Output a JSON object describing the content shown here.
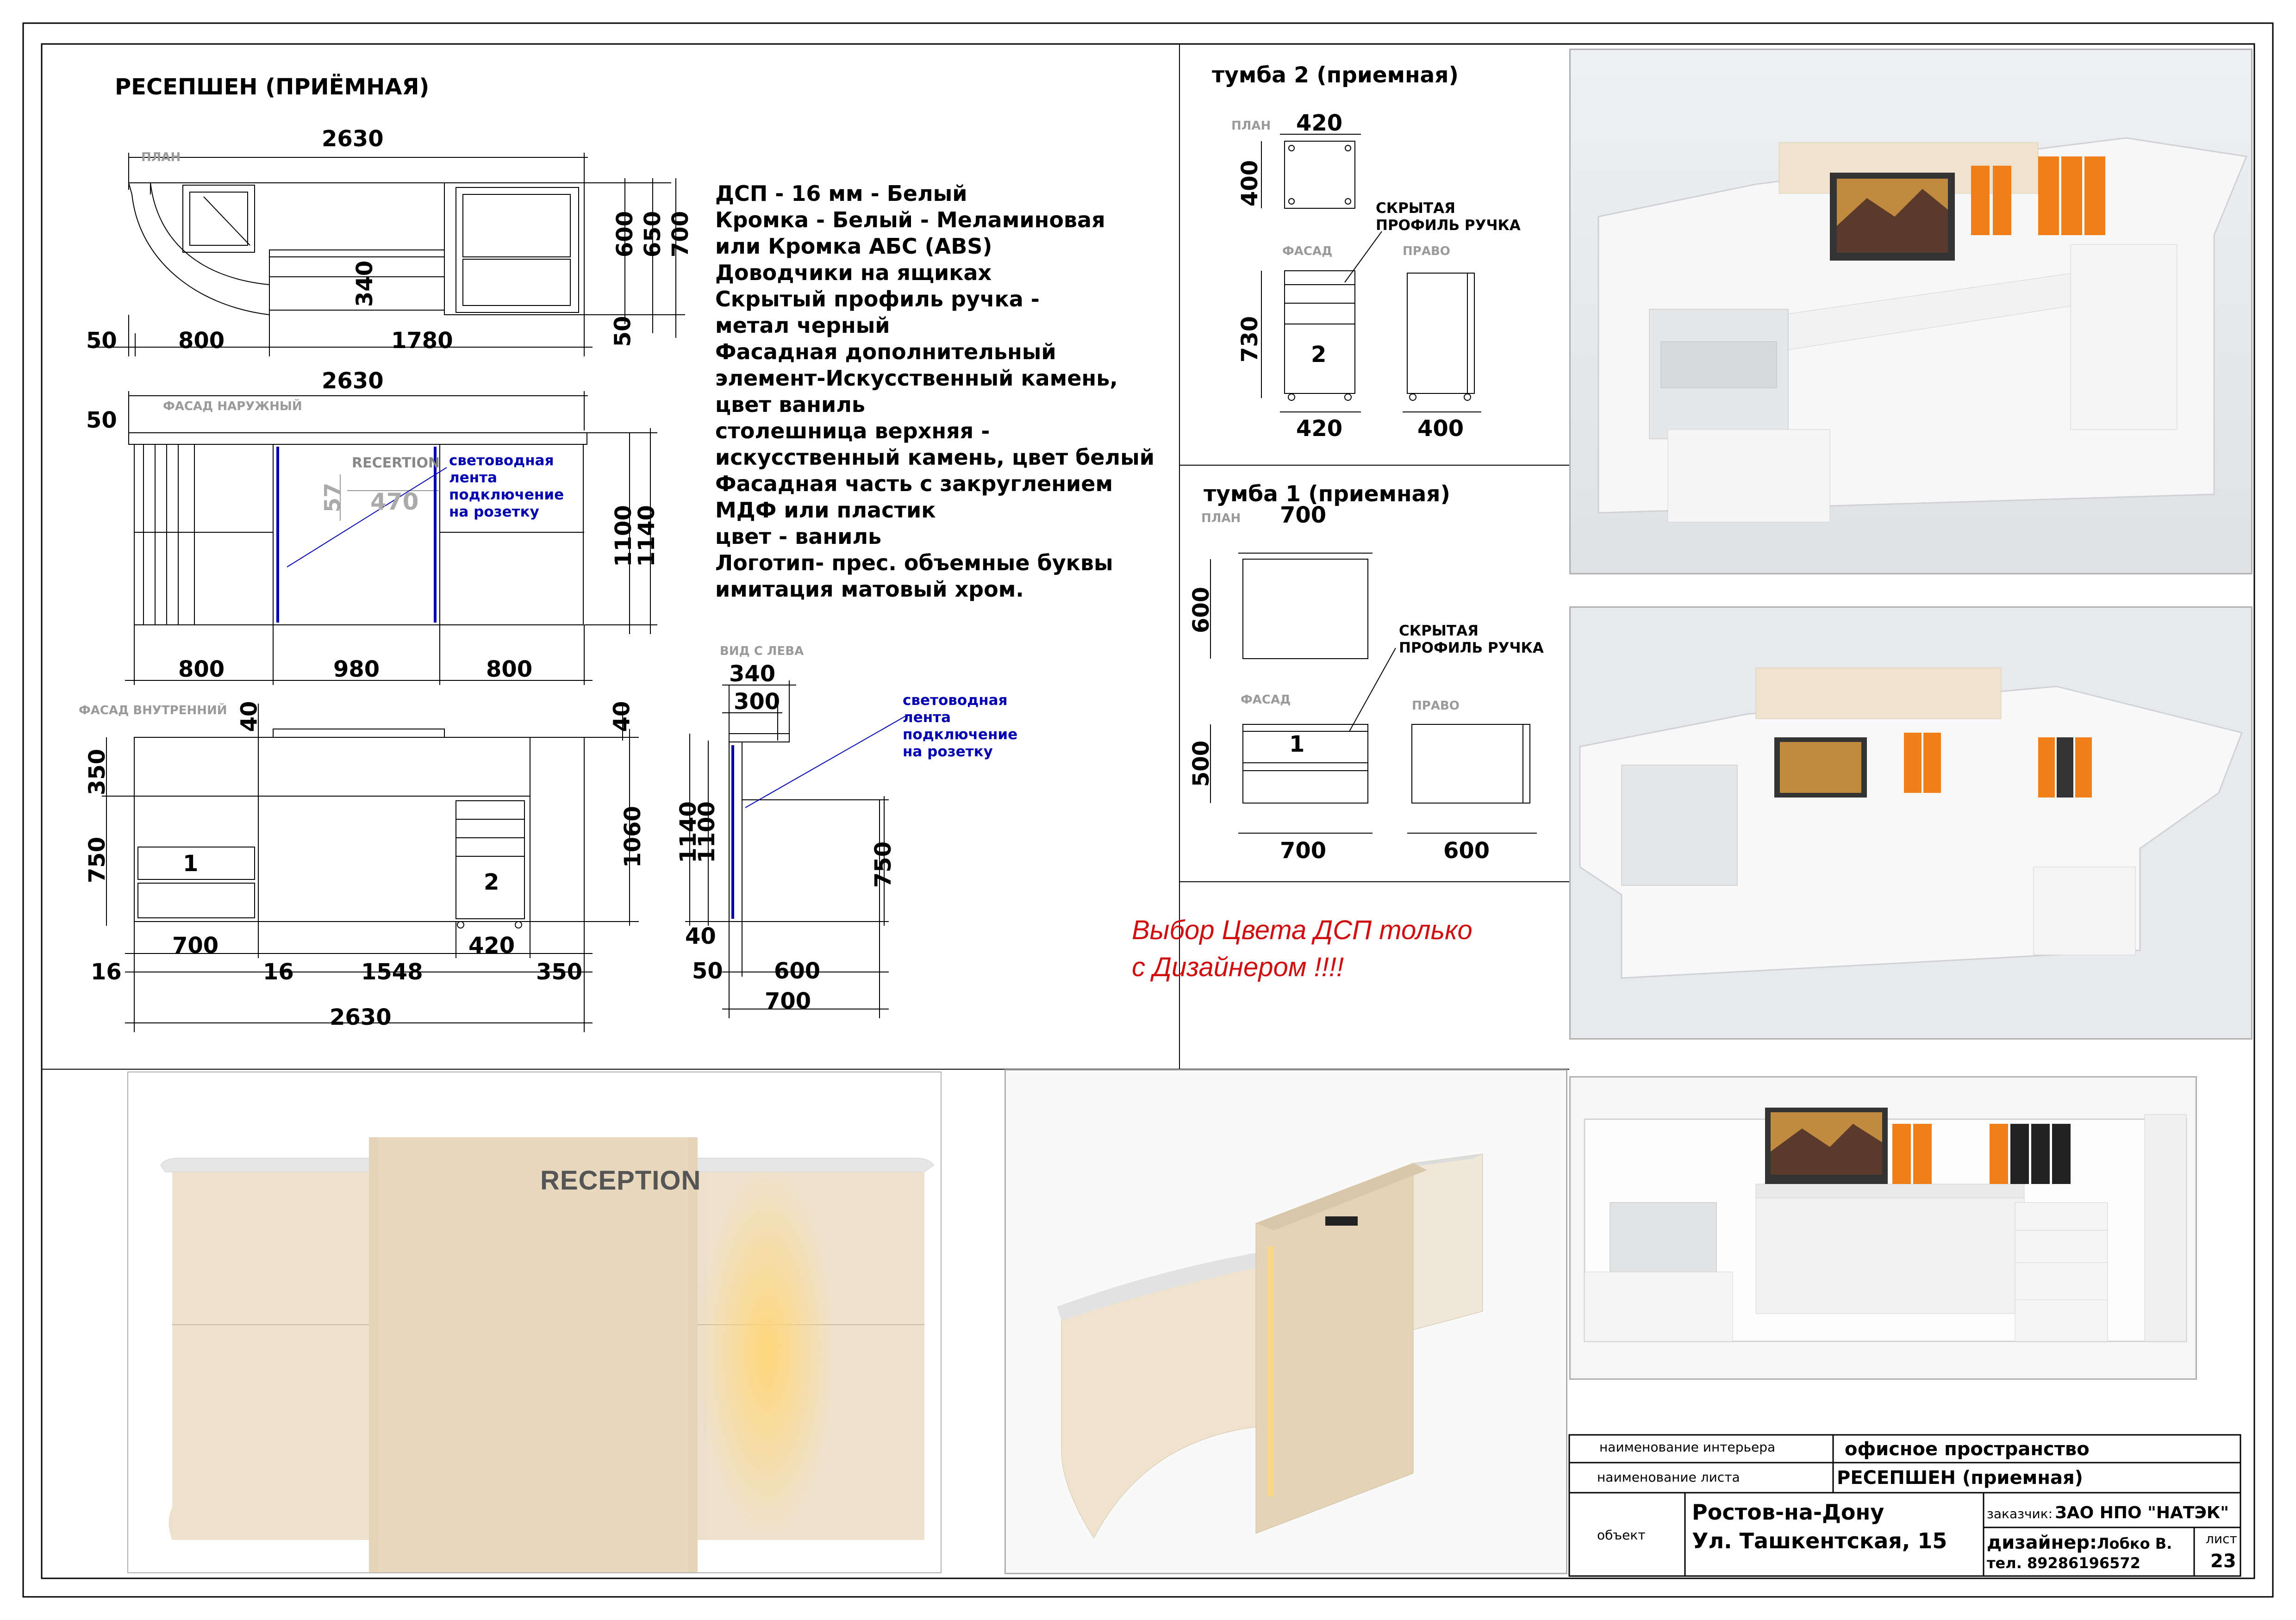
{
  "sheet": {
    "title": "РЕСЕПШЕН (ПРИЁМНАЯ)",
    "specs": [
      "ДСП - 16 мм - Белый",
      "Кромка - Белый - Меламиновая",
      "или Кромка АБС (ABS)",
      "Доводчики на ящиках",
      "Скрытый профиль ручка -",
      "метал черный",
      "Фасадная дополнительный",
      "элемент-Искусственный камень,",
      "цвет ваниль",
      "столешница верхняя -",
      "искусственный камень, цвет белый",
      "Фасадная часть с закруглением",
      "МДФ или пластик",
      "цвет - ваниль",
      "Логотип- прес.  объемные буквы",
      "имитация матовый хром."
    ],
    "note_line1": "Выбор Цвета ДСП только",
    "note_line2": "с Дизайнером !!!!"
  },
  "plan": {
    "label": "ПЛАН",
    "width_total": "2630",
    "d600": "600",
    "d650": "650",
    "d700": "700",
    "d340": "340",
    "d50r": "50",
    "b50": "50",
    "b800": "800",
    "b1780": "1780"
  },
  "front": {
    "label": "ФАСАД НАРУЖНЫЙ",
    "width_total": "2630",
    "d50": "50",
    "logo_text": "RECERTION",
    "d57": "57",
    "d470": "470",
    "led1": "световодная",
    "led2": "лента",
    "led3": "подключение",
    "led4": "на розетку",
    "h1100": "1100",
    "h1140": "1140",
    "b800a": "800",
    "b980": "980",
    "b800b": "800"
  },
  "inner": {
    "label": "ФАСАД ВНУТРЕННИЙ",
    "d40a": "40",
    "d40b": "40",
    "h350": "350",
    "h750": "750",
    "h1060": "1060",
    "box1": "1",
    "box2": "2",
    "b700": "700",
    "b420": "420",
    "b16a": "16",
    "b16b": "16",
    "b1548": "1548",
    "b350": "350",
    "total": "2630"
  },
  "side": {
    "label": "ВИД С ЛЕВА",
    "d340": "340",
    "d300": "300",
    "h1140": "1140",
    "h1100": "1100",
    "h750": "750",
    "d40": "40",
    "b50": "50",
    "b600": "600",
    "b700": "700",
    "led1": "световодная",
    "led2": "лента",
    "led3": "подключение",
    "led4": "на розетку"
  },
  "tumba2": {
    "title": "тумба 2 (приемная)",
    "plan_label": "ПЛАН",
    "facade_label": "ФАСАД",
    "right_label": "ПРАВО",
    "w420top": "420",
    "d400": "400",
    "handle1": "СКРЫТАЯ",
    "handle2": "ПРОФИЛЬ РУЧКА",
    "h730": "730",
    "num": "2",
    "b420": "420",
    "b400": "400"
  },
  "tumba1": {
    "title": "тумба 1 (приемная)",
    "plan_label": "ПЛАН",
    "facade_label": "ФАСАД",
    "right_label": "ПРАВО",
    "w700top": "700",
    "d600": "600",
    "handle1": "СКРЫТАЯ",
    "handle2": "ПРОФИЛЬ РУЧКА",
    "h500": "500",
    "num": "1",
    "b700": "700",
    "b600": "600"
  },
  "render": {
    "reception_text": "RECEPTION"
  },
  "title_block": {
    "interior_label": "наименование интерьера",
    "interior_value": "офисное пространство",
    "sheet_label": "наименование листа",
    "sheet_value": "РЕСЕПШЕН  (приемная)",
    "object_label": "объект",
    "object_line1": "Ростов-на-Дону",
    "object_line2": "Ул. Ташкентская, 15",
    "client_label": "заказчик:",
    "client_value": "ЗАО НПО \"НАТЭК\"",
    "designer_label": "дизайнер:",
    "designer_value": "Лобко В.",
    "phone": "тел. 89286196572",
    "sheet_no_label": "лист",
    "sheet_no": "23"
  },
  "colors": {
    "vanilla": "#e9dcc7",
    "led_blue": "#0000b0",
    "note_red": "#d01010",
    "folder_orange": "#f07f1a"
  }
}
